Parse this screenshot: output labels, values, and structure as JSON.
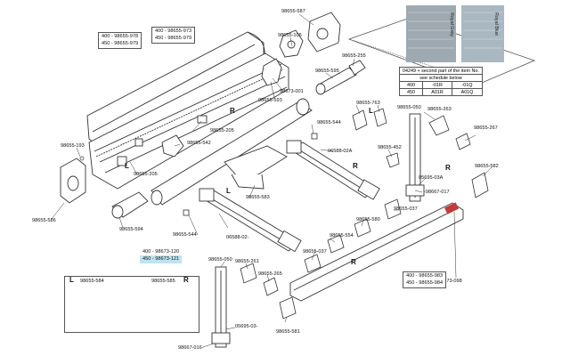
{
  "labels": {
    "p587": "98655-587",
    "p106": "98655-106",
    "p001": "98673-001",
    "p255": "98655-255",
    "p595": "98655-595",
    "p593": "98655-593",
    "p763": "98655-763",
    "p050a": "98655-050",
    "p263": "98655-263",
    "p544a": "98655-544",
    "p542": "98655-542",
    "p205a": "98655-205",
    "p205b": "98655-205",
    "p193": "98655-193",
    "p586": "98655-586",
    "p594": "98655-594",
    "p02a": "06588-02A",
    "p452": "98655-452",
    "p03a": "05695-03A",
    "p267": "98655-267",
    "p582": "98655-582",
    "p017": "-98667-017",
    "p583": "98655-583",
    "p544b": "98655-544",
    "p02": "06588-02-",
    "p037a": "98655-037",
    "p580": "98655-580",
    "p554": "98655-554",
    "p037b": "98655-037",
    "p050b": "98655-050",
    "p261": "98655-261",
    "p265": "98655-265",
    "p581": "98655-581",
    "p03": "05695-03-",
    "p016": "98667-016-",
    "p098": "98673-098"
  },
  "boxes": {
    "top_pair": [
      "400 - 98655-978",
      "450 - 98655-979"
    ],
    "mid_pair": [
      "400 - 98655-973",
      "450 - 98655-979"
    ],
    "rail_pair": [
      "400 - 98655-983",
      "450 - 98655-984"
    ],
    "roller_pair": [
      "400 - 98673-120",
      "450 - 98673-121"
    ],
    "bottom_left": {
      "l": "L",
      "l_code": "98655-584",
      "r_code": "98655-585",
      "r": "R"
    }
  },
  "side_letters": {
    "r1": "R",
    "l1": "L",
    "r2": "R",
    "l2": "L",
    "r3": "R",
    "l3": "L",
    "r4": "R"
  },
  "fabric": {
    "grey_label": "Royal Grey",
    "blue_label": "Royal Blue"
  },
  "schedule": {
    "header": "04249 + second part of the item No.",
    "subheader": "see schedule below",
    "rows": [
      [
        "400",
        "-01R",
        "-01Q"
      ],
      [
        "450",
        "A01R",
        "A01Q"
      ]
    ]
  },
  "colors": {
    "line": "#333333",
    "grey_fabric": "#9fa9b1",
    "blue_fabric": "#aab8c2",
    "highlight": "#bfe3ef",
    "accent": "#c23a3a"
  }
}
